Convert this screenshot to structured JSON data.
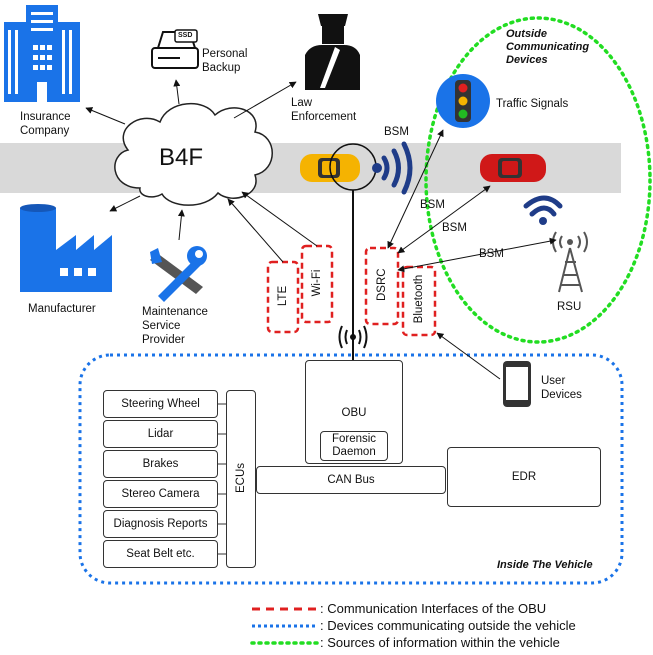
{
  "cloud": {
    "label": "B4F"
  },
  "nodes": {
    "insurance": "Insurance\nCompany",
    "personal_backup": "Personal\nBackup",
    "ssd": "SSD",
    "law": "Law\nEnforcement",
    "manufacturer": "Manufacturer",
    "maintenance": "Maintenance\nService\nProvider",
    "traffic_signals": "Traffic Signals",
    "rsu": "RSU",
    "user_devices": "User\nDevices"
  },
  "outside": {
    "title": "Outside\nCommunicating\nDevices"
  },
  "bsm": [
    "BSM",
    "BSM",
    "BSM",
    "BSM"
  ],
  "interfaces": {
    "lte": "LTE",
    "wifi": "Wi-Fi",
    "dsrc": "DSRC",
    "bluetooth": "Bluetooth"
  },
  "vehicle": {
    "title": "Inside The Vehicle",
    "components": [
      "Steering Wheel",
      "Lidar",
      "Brakes",
      "Stereo Camera",
      "Diagnosis Reports",
      "Seat Belt  etc."
    ],
    "ecus": "ECUs",
    "obu": "OBU",
    "forensic": "Forensic\nDaemon",
    "can_bus": "CAN Bus",
    "edr": "EDR"
  },
  "legend": [
    {
      "text": ": Communication Interfaces of the OBU",
      "color": "#e02020"
    },
    {
      "text": ": Devices communicating outside the vehicle",
      "color": "#1a73e8"
    },
    {
      "text": ": Sources of information within the vehicle",
      "color": "#22dd22"
    }
  ],
  "colors": {
    "road": "#d9d9d9",
    "blue": "#1a73e8",
    "red": "#e02020",
    "green": "#22dd22",
    "navy": "#1f3c88"
  }
}
